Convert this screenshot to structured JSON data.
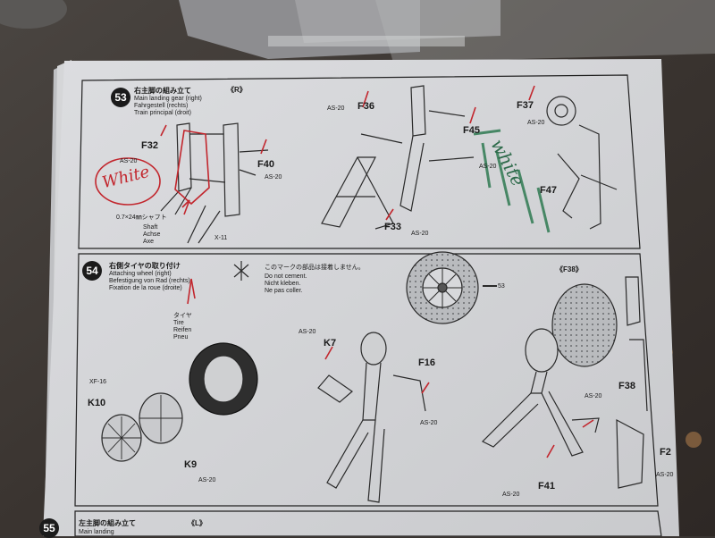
{
  "step53": {
    "number": "53",
    "title_jp": "右主脚の組み立て",
    "side": "《R》",
    "title_en": "Main landing gear (right)",
    "title_de": "Fahrgestell (rechts)",
    "title_fr": "Train principal (droit)",
    "parts": {
      "f32": "F32",
      "f40": "F40",
      "f36": "F36",
      "f45": "F45",
      "f37": "F37",
      "f47": "F47",
      "f33": "F33"
    },
    "cement_a": "AS-20",
    "cement_b": "AS-20",
    "cement_c": "AS-20",
    "cement_d": "AS-20",
    "cement_e": "AS-20",
    "cement_f": "AS-20",
    "cement_x11": "X-11",
    "shaft_size": "0.7×24㎜シャフト",
    "shaft_en": "Shaft",
    "shaft_de": "Achse",
    "shaft_fr": "Axe"
  },
  "step54": {
    "number": "54",
    "title_jp": "右側タイヤの取り付け",
    "title_en": "Attaching wheel (right)",
    "title_de": "Befestigung von Rad (rechts)",
    "title_fr": "Fixation de la roue (droite)",
    "no_cement_jp": "このマークの部品は接着しません。",
    "no_cement_en": "Do not cement.",
    "no_cement_de": "Nicht kleben.",
    "no_cement_fr": "Ne pas coller.",
    "ref_f38": "《F38》",
    "ref_53": "53",
    "tire_jp": "タイヤ",
    "tire_en": "Tire",
    "tire_de": "Reifen",
    "tire_fr": "Pneu",
    "paint_xf16": "XF-16",
    "parts": {
      "k10": "K10",
      "k9": "K9",
      "k7": "K7",
      "f16": "F16",
      "f38": "F38",
      "f2": "F2",
      "f41": "F41"
    },
    "cement_a": "AS-20",
    "cement_b": "AS-20",
    "cement_c": "AS-20",
    "cement_d": "AS-20",
    "cement_e": "AS-20",
    "cement_f": "AS-20"
  },
  "step55": {
    "number": "55",
    "title_jp": "左主脚の組み立て",
    "side": "《L》",
    "title_en": "Main landing"
  },
  "annotations": {
    "white_note": "White",
    "green_note": "white"
  },
  "colors": {
    "paper": "#d6d7da",
    "desk": "#3a3430",
    "tape": "#8d8d90",
    "ink": "#1a1a1a",
    "red_pen": "#c2262d",
    "green_paint": "#2f7a52"
  }
}
